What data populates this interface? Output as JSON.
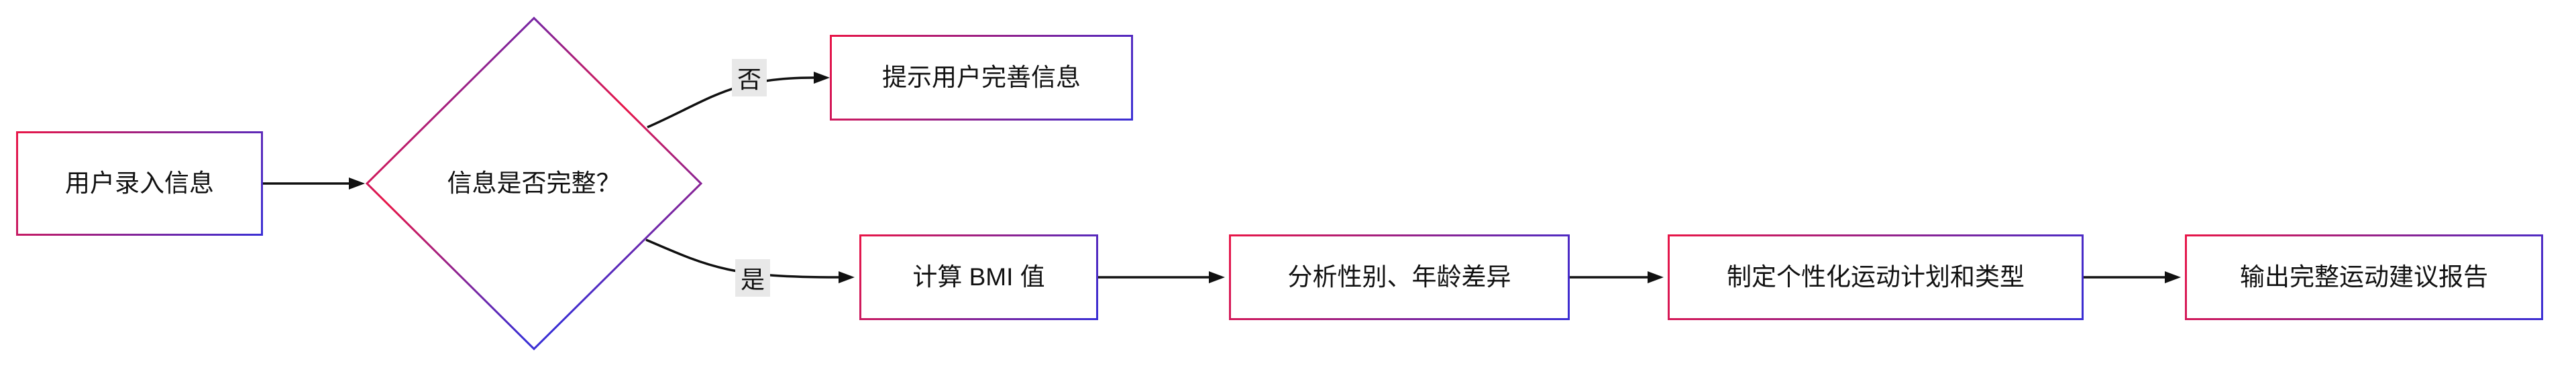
{
  "diagram": {
    "type": "flowchart",
    "direction": "left-to-right",
    "colors": {
      "background": "#ffffff",
      "node_fill": "#ffffff",
      "border_gradient_start": "#e81648",
      "border_gradient_end": "#3a2ed4",
      "edge_color": "#111111",
      "text_color": "#111111",
      "edge_label_bg": "#e8e8e8"
    },
    "nodes": {
      "start": {
        "label": "用户录入信息",
        "shape": "rect"
      },
      "decision": {
        "label": "信息是否完整？",
        "shape": "diamond"
      },
      "prompt": {
        "label": "提示用户完善信息",
        "shape": "rect"
      },
      "bmi": {
        "label": "计算 BMI 值",
        "shape": "rect"
      },
      "analyze": {
        "label": "分析性别、年龄差异",
        "shape": "rect"
      },
      "plan": {
        "label": "制定个性化运动计划和类型",
        "shape": "rect"
      },
      "report": {
        "label": "输出完整运动建议报告",
        "shape": "rect"
      }
    },
    "edges": [
      {
        "from": "start",
        "to": "decision",
        "label": ""
      },
      {
        "from": "decision",
        "to": "prompt",
        "label": "否"
      },
      {
        "from": "decision",
        "to": "bmi",
        "label": "是"
      },
      {
        "from": "bmi",
        "to": "analyze",
        "label": ""
      },
      {
        "from": "analyze",
        "to": "plan",
        "label": ""
      },
      {
        "from": "plan",
        "to": "report",
        "label": ""
      }
    ]
  }
}
